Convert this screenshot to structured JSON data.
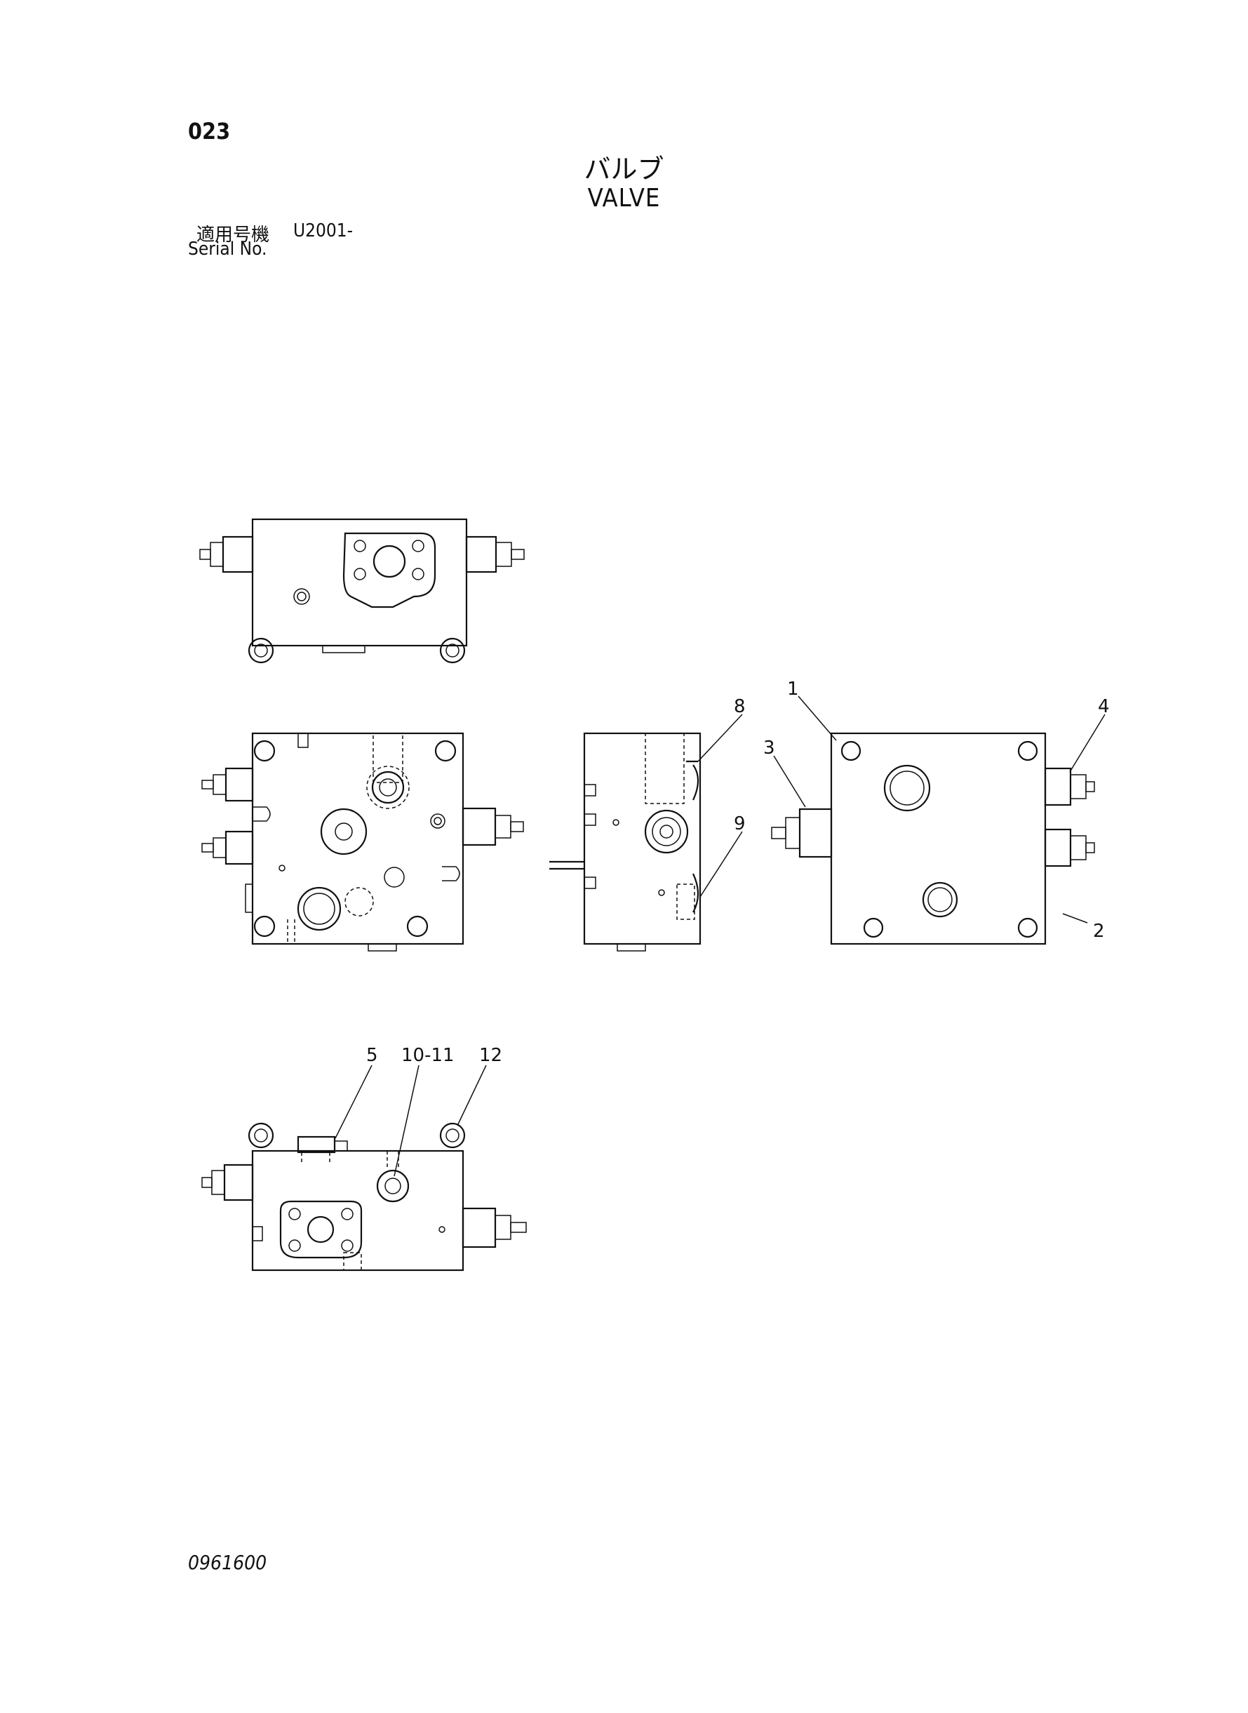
{
  "header": {
    "page_number": "023",
    "title_ja": "バルブ",
    "title_en": "VALVE",
    "serial_label_ja": "適用号機",
    "serial_label_en": "Serial No.",
    "serial_value": "U2001-"
  },
  "callouts": [
    "1",
    "2",
    "3",
    "4",
    "5",
    "8",
    "9",
    "10-11",
    "12"
  ],
  "footer": {
    "document_number": "0961600"
  }
}
